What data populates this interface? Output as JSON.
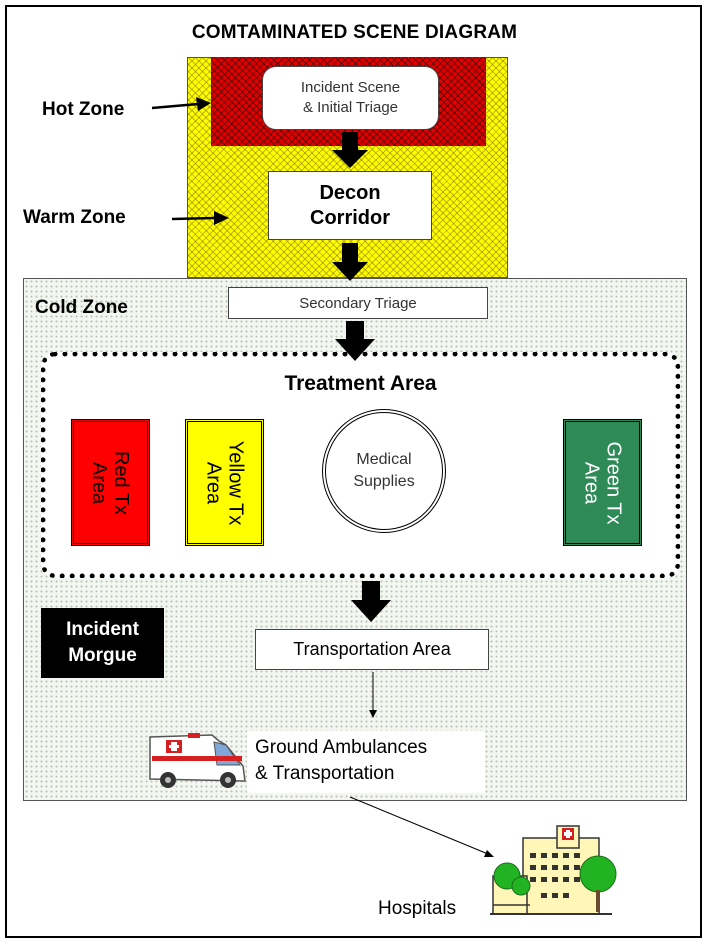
{
  "title": "COMTAMINATED SCENE DIAGRAM",
  "zones": {
    "hot": "Hot Zone",
    "warm": "Warm Zone",
    "cold": "Cold Zone"
  },
  "nodes": {
    "incident_scene": "Incident Scene\n& Initial Triage",
    "decon": "Decon\nCorridor",
    "secondary_triage": "Secondary Triage",
    "treatment_area": "Treatment Area",
    "red_tx": "Red Tx\nArea",
    "yellow_tx": "Yellow Tx\nArea",
    "medical_supplies": "Medical\nSupplies",
    "green_tx": "Green Tx\nArea",
    "morgue": "Incident\nMorgue",
    "transportation": "Transportation Area",
    "ambulances": "Ground Ambulances\n& Transportation",
    "hospitals": "Hospitals"
  },
  "colors": {
    "hot": "#e00000",
    "warm": "#ffff00",
    "red_tx": "#ff0000",
    "yellow_tx": "#ffff00",
    "green_tx": "#2e8b57"
  }
}
